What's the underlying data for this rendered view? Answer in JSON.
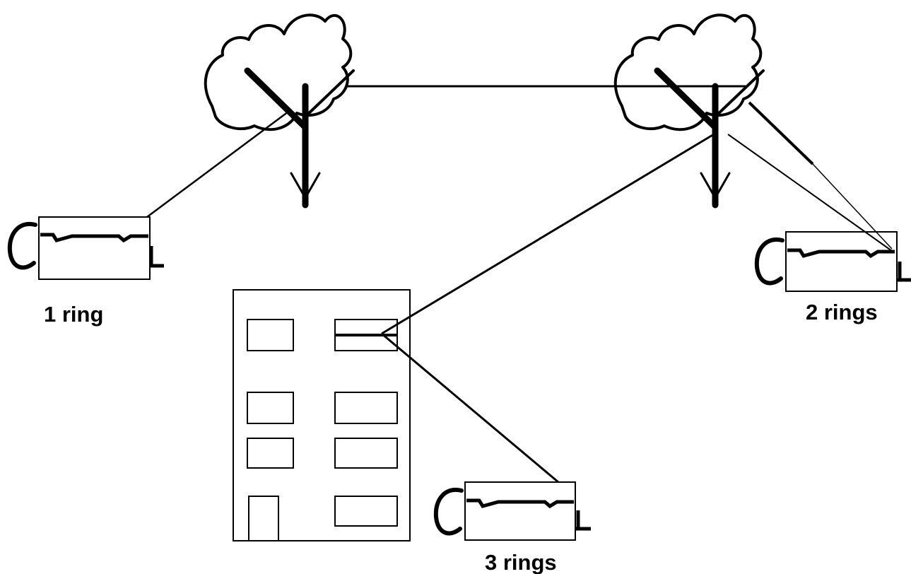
{
  "labels": {
    "phone_left": "1 ring",
    "phone_right": "2 rings",
    "phone_bottom": "3 rings"
  },
  "colors": {
    "ink": "#000000",
    "background": "#ffffff"
  },
  "icons": [
    "cloud-icon",
    "antenna-icon",
    "telephone-icon",
    "building-icon"
  ]
}
